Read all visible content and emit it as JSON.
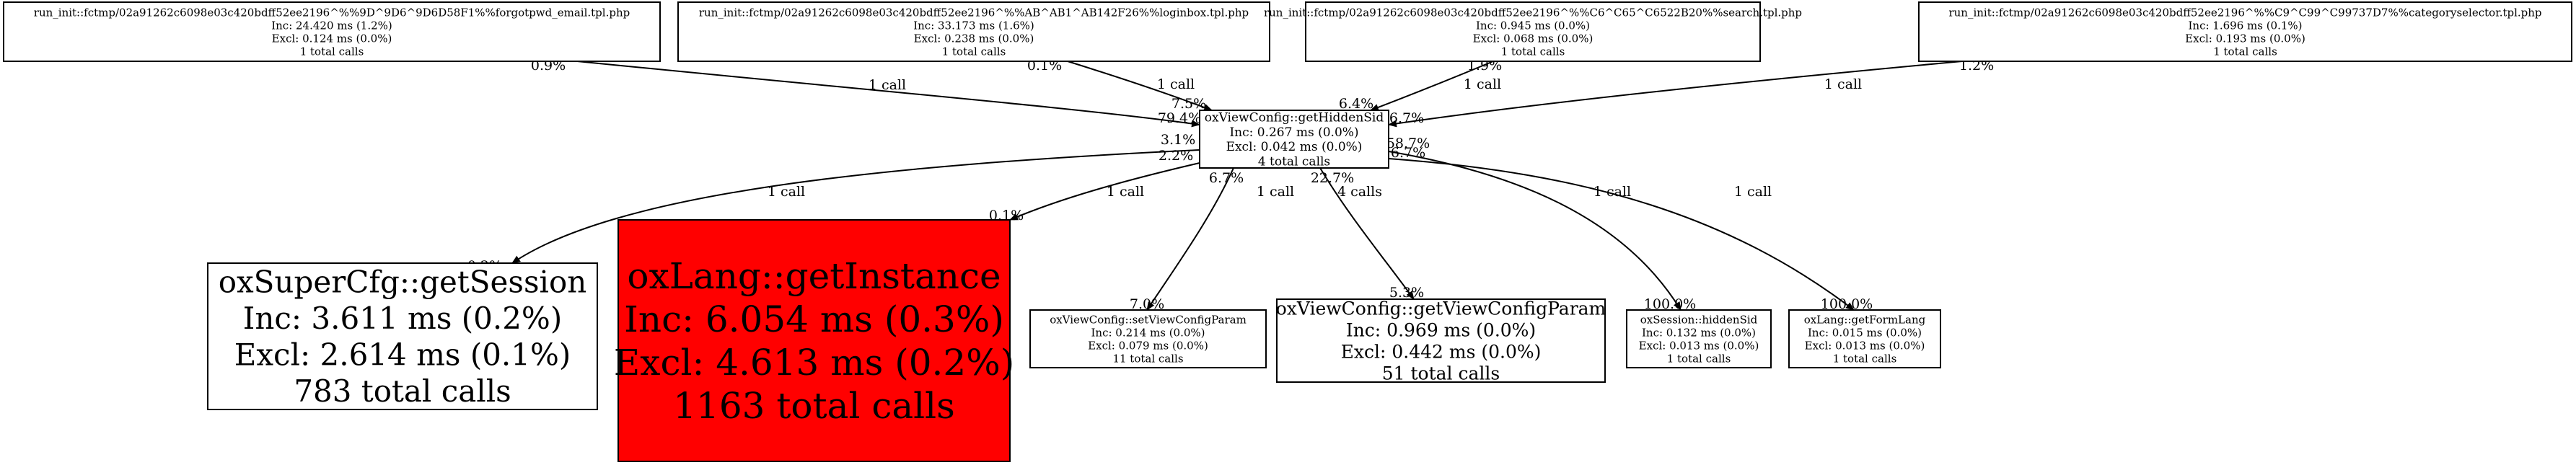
{
  "nodes": [
    {
      "id": "forgotpwd",
      "lines": [
        "run_init::fctmp/02a91262c6098e03c420bdff52ee2196^%%9D^9D6^9D6D58F1%%forgotpwd_email.tpl.php",
        "Inc: 24.420 ms (1.2%)",
        "Excl: 0.124 ms (0.0%)",
        "1 total calls"
      ],
      "fill": "#ffffff"
    },
    {
      "id": "loginbox",
      "lines": [
        "run_init::fctmp/02a91262c6098e03c420bdff52ee2196^%%AB^AB1^AB142F26%%loginbox.tpl.php",
        "Inc: 33.173 ms (1.6%)",
        "Excl: 0.238 ms (0.0%)",
        "1 total calls"
      ],
      "fill": "#ffffff"
    },
    {
      "id": "search",
      "lines": [
        "run_init::fctmp/02a91262c6098e03c420bdff52ee2196^%%C6^C65^C6522B20%%search.tpl.php",
        "Inc: 0.945 ms (0.0%)",
        "Excl: 0.068 ms (0.0%)",
        "1 total calls"
      ],
      "fill": "#ffffff"
    },
    {
      "id": "categoryselector",
      "lines": [
        "run_init::fctmp/02a91262c6098e03c420bdff52ee2196^%%C9^C99^C99737D7%%categoryselector.tpl.php",
        "Inc: 1.696 ms (0.1%)",
        "Excl: 0.193 ms (0.0%)",
        "1 total calls"
      ],
      "fill": "#ffffff"
    },
    {
      "id": "getHiddenSid",
      "lines": [
        "oxViewConfig::getHiddenSid",
        "Inc: 0.267 ms (0.0%)",
        "Excl: 0.042 ms (0.0%)",
        "4 total calls"
      ],
      "fill": "#ffffff"
    },
    {
      "id": "getSession",
      "lines": [
        "oxSuperCfg::getSession",
        "Inc: 3.611 ms (0.2%)",
        "Excl: 2.614 ms (0.1%)",
        "783 total calls"
      ],
      "fill": "#ffffff"
    },
    {
      "id": "getInstance",
      "lines": [
        "oxLang::getInstance",
        "Inc: 6.054 ms (0.3%)",
        "Excl: 4.613 ms (0.2%)",
        "1163 total calls"
      ],
      "fill": "#ff0000"
    },
    {
      "id": "setViewConfigParam",
      "lines": [
        "oxViewConfig::setViewConfigParam",
        "Inc: 0.214 ms (0.0%)",
        "Excl: 0.079 ms (0.0%)",
        "11 total calls"
      ],
      "fill": "#ffffff"
    },
    {
      "id": "getViewConfigParam",
      "lines": [
        "oxViewConfig::getViewConfigParam",
        "Inc: 0.969 ms (0.0%)",
        "Excl: 0.442 ms (0.0%)",
        "51 total calls"
      ],
      "fill": "#ffffff"
    },
    {
      "id": "hiddenSid",
      "lines": [
        "oxSession::hiddenSid",
        "Inc: 0.132 ms (0.0%)",
        "Excl: 0.013 ms (0.0%)",
        "1 total calls"
      ],
      "fill": "#ffffff"
    },
    {
      "id": "getFormLang",
      "lines": [
        "oxLang::getFormLang",
        "Inc: 0.015 ms (0.0%)",
        "Excl: 0.013 ms (0.0%)",
        "1 total calls"
      ],
      "fill": "#ffffff"
    }
  ],
  "edges": [
    {
      "from": "forgotpwd",
      "to": "getHiddenSid",
      "label": "1 call",
      "tail": "0.9%",
      "head": "79.4%"
    },
    {
      "from": "loginbox",
      "to": "getHiddenSid",
      "label": "1 call",
      "tail": "0.1%",
      "head": "7.5%"
    },
    {
      "from": "search",
      "to": "getHiddenSid",
      "label": "1 call",
      "tail": "1.9%",
      "head": "6.4%"
    },
    {
      "from": "categoryselector",
      "to": "getHiddenSid",
      "label": "1 call",
      "tail": "1.2%",
      "head": "6.7%"
    },
    {
      "from": "getHiddenSid",
      "to": "getSession",
      "label": "1 call",
      "tail": "3.1%",
      "head": "0.2%"
    },
    {
      "from": "getHiddenSid",
      "to": "getInstance",
      "label": "1 call",
      "tail": "2.2%",
      "head": "0.1%"
    },
    {
      "from": "getHiddenSid",
      "to": "setViewConfigParam",
      "label": "1 call",
      "tail": "6.7%",
      "head": "7.0%"
    },
    {
      "from": "getHiddenSid",
      "to": "getViewConfigParam",
      "label": "4 calls",
      "tail": "22.7%",
      "head": "5.3%"
    },
    {
      "from": "getHiddenSid",
      "to": "hiddenSid",
      "label": "1 call",
      "tail": "58.7%",
      "head": "100.0%"
    },
    {
      "from": "getHiddenSid",
      "to": "getFormLang",
      "label": "1 call",
      "tail": "6.7%",
      "head": "100.0%"
    }
  ]
}
